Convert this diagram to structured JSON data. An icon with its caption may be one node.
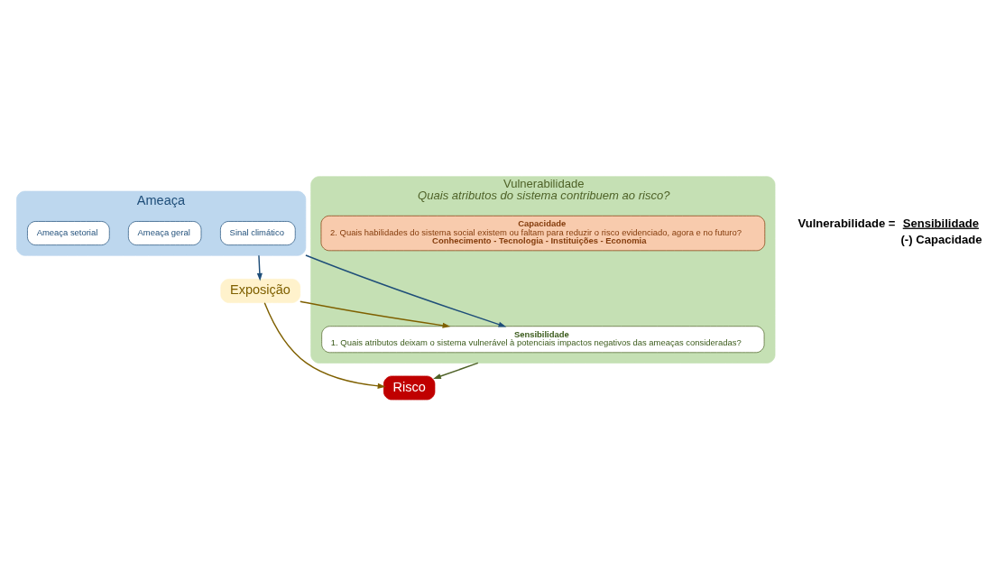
{
  "diagram": {
    "nodes": [
      {
        "text": [
          "Vulnerabilidade",
          "Quais atributos do sistema contribuem ao risco?"
        ]
      },
      {
        "text": [
          "Sensibilidade",
          "1. Quais atributos deixam o sistema vulnerável à potenciais impactos negativos das ameaças consideradas?"
        ],
        "in": 0
      },
      {
        "text": [
          "Capacidade",
          "2. Quais habilidades do sistema social existem ou faltam para reduzir o risco evidenciado, agora e no futuro?",
          "Conhecimento - Tecnologia - Instituições - Economia"
        ],
        "in": 0
      },
      {
        "text": [
          "Ameaça"
        ]
      },
      {
        "text": [
          "Sinal climático"
        ],
        "in": 3
      },
      {
        "text": [
          "Ameaça geral"
        ],
        "in": 3
      },
      {
        "text": [
          "Ameaça setorial"
        ],
        "in": 3
      },
      {
        "text": [
          "Exposição"
        ]
      },
      {
        "text": [
          "Risco"
        ]
      }
    ],
    "edges": [
      {
        "from": 3,
        "to": 1,
        "arrow": "to",
        "color": "#1f4e79"
      },
      {
        "from": 7,
        "to": 1,
        "arrow": "to",
        "color": "#7f6000"
      },
      {
        "from": 3,
        "to": 7,
        "arrow": "to",
        "color": "#1f4e79"
      },
      {
        "from": 7,
        "to": 8,
        "arrow": "to",
        "color": "#7f6000"
      },
      {
        "from": 0,
        "to": 8,
        "arrow": "to",
        "color": "#4f6228"
      }
    ],
    "labels": [
      "Vulnerabilidade =",
      "Sensibilidade",
      "(-) Capacidade"
    ]
  }
}
